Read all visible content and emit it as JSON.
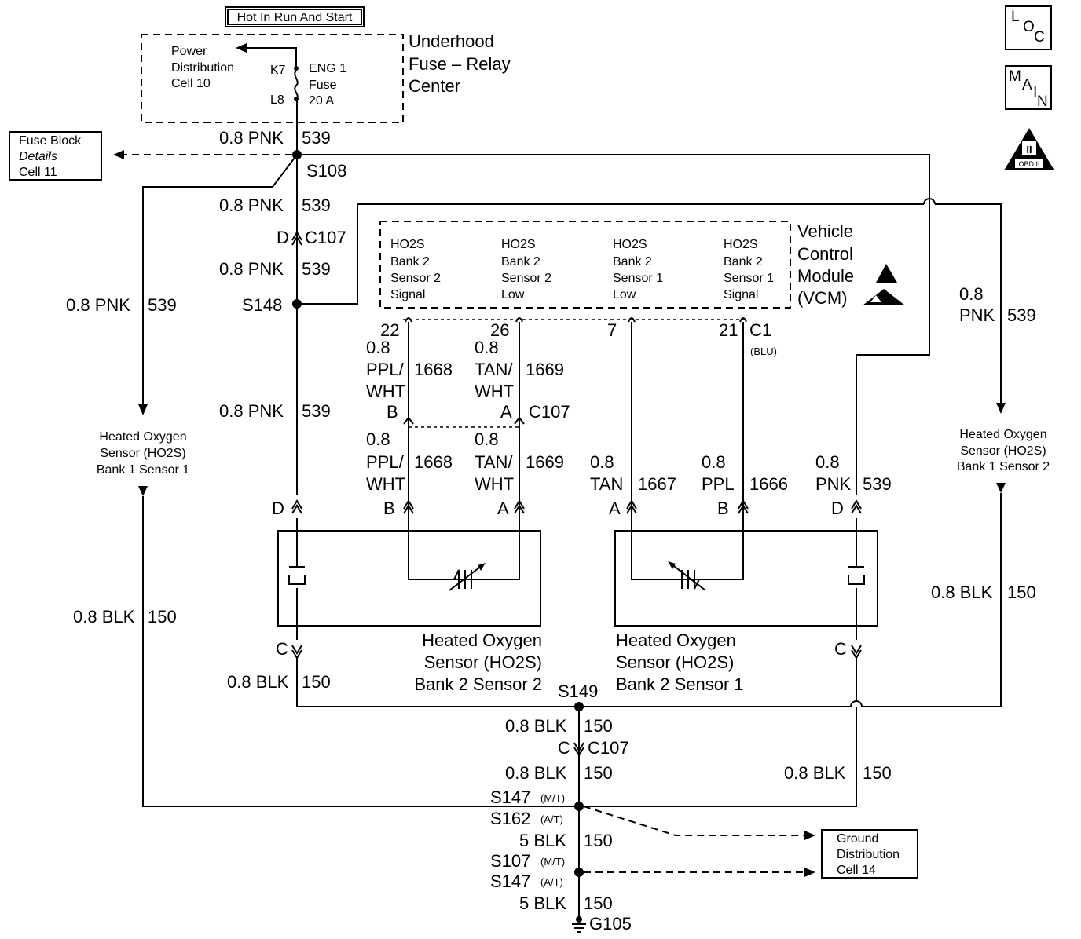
{
  "power": {
    "hot_label": "Hot In Run And Start",
    "fuse_center": [
      "Underhood",
      "Fuse – Relay",
      "Center"
    ],
    "power_dist": [
      "Power",
      "Distribution",
      "Cell 10"
    ],
    "k7": "K7",
    "l8": "L8",
    "fuse": [
      "ENG 1",
      "Fuse",
      "20 A"
    ]
  },
  "fuse_block_ref": [
    "Fuse Block",
    "Details",
    "Cell 11"
  ],
  "splices": {
    "s108": "S108",
    "s148": "S148",
    "s149": "S149",
    "s147_mt": "S147",
    "s147_mt_tag": "(M/T)",
    "s162_at": "S162",
    "s162_at_tag": "(A/T)",
    "s107_mt": "S107",
    "s107_mt_tag": "(M/T)",
    "s147_at": "S147",
    "s147_at_tag": "(A/T)",
    "g105": "G105"
  },
  "wires": {
    "pnk_gauge": "0.8 PNK",
    "pnk_circuit": "539",
    "pnk_r_gauge": "0.8",
    "pnk_r_color": "PNK",
    "blk_gauge": "0.8 BLK",
    "blk_circuit": "150",
    "blk5_gauge": "5 BLK",
    "g08": "0.8",
    "ppl_wht": [
      "PPL/",
      "WHT"
    ],
    "c1668": "1668",
    "tan_wht": [
      "TAN/",
      "WHT"
    ],
    "c1669": "1669",
    "tan": "TAN",
    "c1667": "1667",
    "ppl": "PPL",
    "c1666": "1666",
    "pnk": "PNK"
  },
  "connectors": {
    "c107": "C107",
    "c1": "C1",
    "blu": "(BLU)",
    "pin_d": "D",
    "pin_c": "C",
    "pin_a": "A",
    "pin_b": "B",
    "p22": "22",
    "p26": "26",
    "p7": "7",
    "p21": "21"
  },
  "vcm": {
    "title": [
      "Vehicle",
      "Control",
      "Module",
      "(VCM)"
    ],
    "col1": [
      "HO2S",
      "Bank 2",
      "Sensor 2",
      "Signal"
    ],
    "col2": [
      "HO2S",
      "Bank 2",
      "Sensor 2",
      "Low"
    ],
    "col3": [
      "HO2S",
      "Bank 2",
      "Sensor 1",
      "Low"
    ],
    "col4": [
      "HO2S",
      "Bank 2",
      "Sensor 1",
      "Signal"
    ]
  },
  "sensors": {
    "b1s1": [
      "Heated Oxygen",
      "Sensor (HO2S)",
      "Bank 1 Sensor 1"
    ],
    "b1s2": [
      "Heated Oxygen",
      "Sensor (HO2S)",
      "Bank 1 Sensor 2"
    ],
    "b2s2": [
      "Heated Oxygen",
      "Sensor (HO2S)",
      "Bank 2 Sensor 2"
    ],
    "b2s1": [
      "Heated Oxygen",
      "Sensor (HO2S)",
      "Bank 2 Sensor 1"
    ]
  },
  "ground_ref": [
    "Ground",
    "Distribution",
    "Cell 14"
  ],
  "icons": {
    "loc": [
      "L",
      "O",
      "C"
    ],
    "main": [
      "M",
      "A",
      "I",
      "N"
    ],
    "obd_num": "II",
    "obd_label": "OBD II"
  }
}
